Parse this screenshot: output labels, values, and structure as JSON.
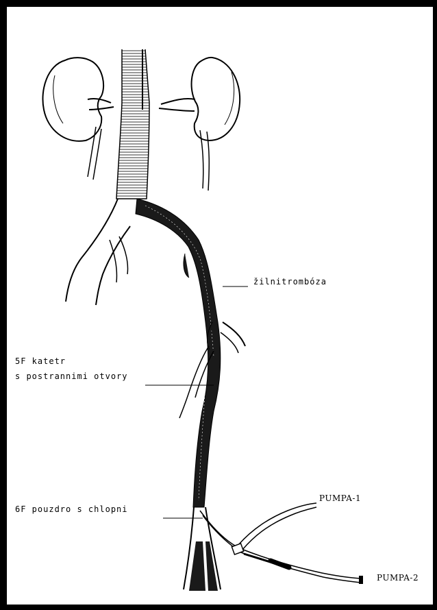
{
  "labels": {
    "thrombosis": "žilnitrombóza",
    "catheter_line1": "5F katetr",
    "catheter_line2": "s postrannimi otvory",
    "sheath": "6F pouzdro s chlopni",
    "pump1": "PUMPA-1",
    "pump2": "PUMPA-2"
  },
  "colors": {
    "ink": "#000000",
    "paper": "#ffffff",
    "thrombus": "#1a1a1a"
  }
}
